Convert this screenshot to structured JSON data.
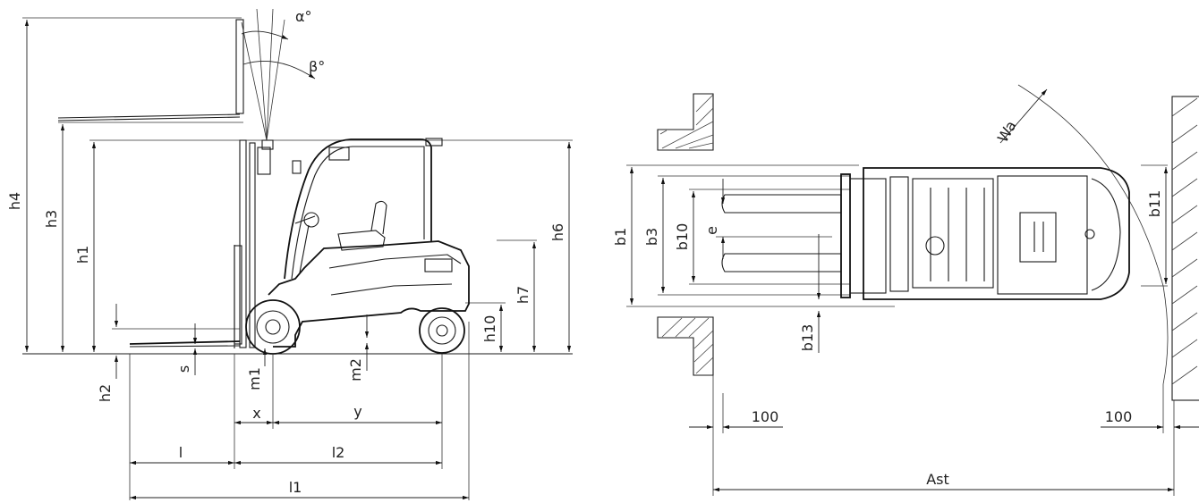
{
  "side_view": {
    "labels": {
      "h4": "h4",
      "h3": "h3",
      "h1": "h1",
      "h2": "h2",
      "s": "s",
      "m1": "m1",
      "m2": "m2",
      "h10": "h10",
      "h7": "h7",
      "h6": "h6",
      "x": "x",
      "y": "y",
      "l": "l",
      "l2": "l2",
      "l1": "l1",
      "alpha": "α°",
      "beta": "β°"
    }
  },
  "top_view": {
    "labels": {
      "b1": "b1",
      "b3": "b3",
      "b10": "b10",
      "e": "e",
      "b13": "b13",
      "b11": "b11",
      "wa": "Wa",
      "clear_left": "100",
      "clear_right": "100",
      "ast": "Ast"
    }
  }
}
